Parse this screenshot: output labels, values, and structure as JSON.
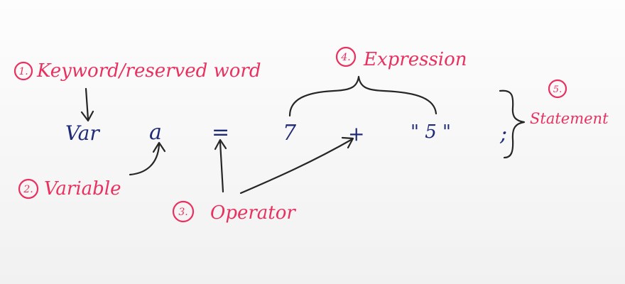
{
  "code": {
    "keyword": "Var",
    "variable": "a",
    "assign": "=",
    "left_operand": "7",
    "operator": "+",
    "right_operand": "\" 5 \"",
    "terminator": ";"
  },
  "annotations": [
    {
      "number": "1.",
      "label": "Keyword/reserved word"
    },
    {
      "number": "2.",
      "label": "Variable"
    },
    {
      "number": "3.",
      "label": "Operator"
    },
    {
      "number": "4.",
      "label": "Expression"
    },
    {
      "number": "5.",
      "label": "Statement"
    }
  ],
  "colors": {
    "annotation": "#e8315f",
    "code": "#1f2a78",
    "arrows": "#262626"
  }
}
